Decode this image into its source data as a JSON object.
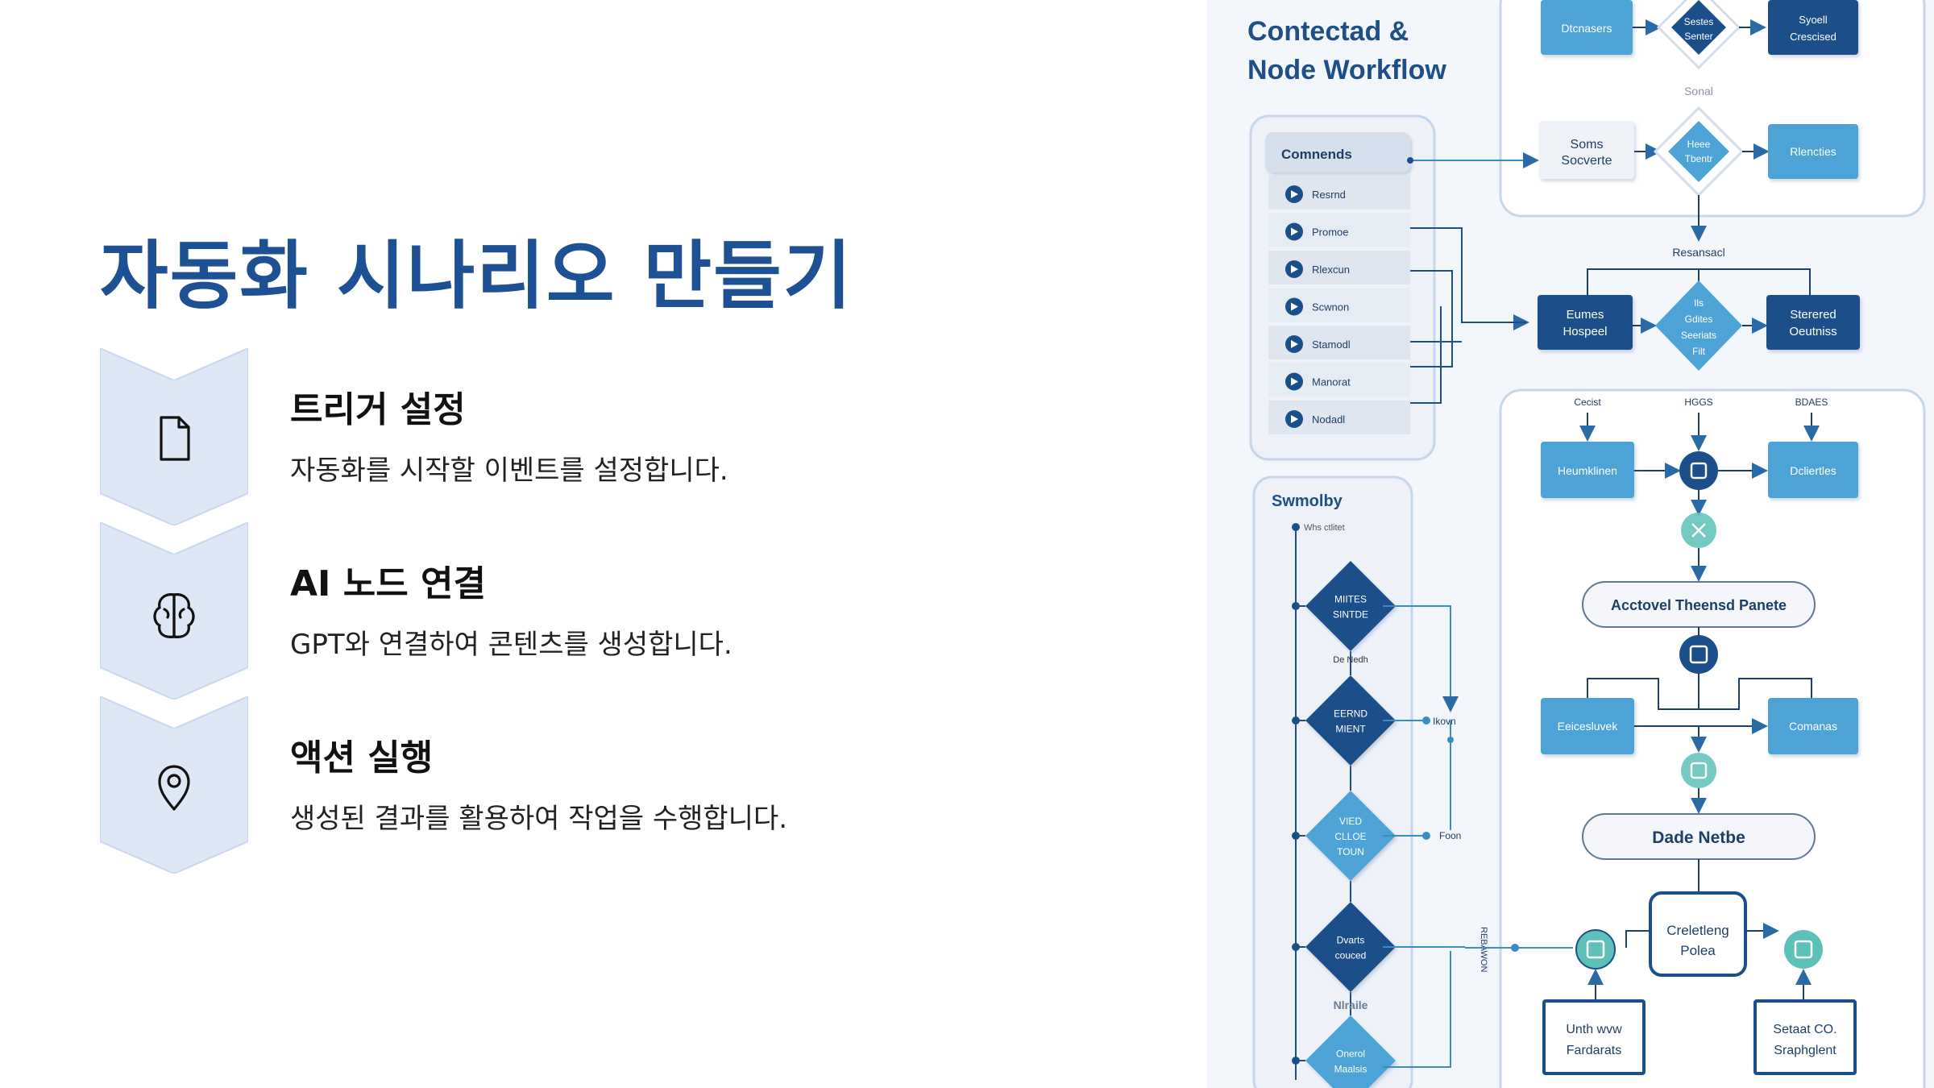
{
  "slide": {
    "title": "자동화 시나리오 만들기",
    "steps": [
      {
        "title": "트리거 설정",
        "desc": "자동화를 시작할 이벤트를 설정합니다.",
        "icon": "file-icon"
      },
      {
        "title": "AI 노드 연결",
        "desc": "GPT와 연결하여 콘텐츠를 생성합니다.",
        "icon": "brain-icon"
      },
      {
        "title": "액션 실행",
        "desc": "생성된 결과를 활용하여 작업을 수행합니다.",
        "icon": "location-pin-icon"
      }
    ],
    "colors": {
      "title": "#1e5193",
      "chevron_fill": "#dde7f5",
      "chevron_stroke": "#c9d8ee",
      "dark_node": "#1b4f8a",
      "mid_node": "#2f8ac2",
      "light_node": "#5aaad8",
      "teal": "#5cc1b8"
    }
  },
  "diagram": {
    "title_line1": "Contectad &",
    "title_line2": "Node Workflow",
    "commands": {
      "header": "Comnends",
      "items": [
        "Resrnd",
        "Promoe",
        "Rlexcun",
        "Scwnon",
        "Stamodl",
        "Manorat",
        "Nodadl"
      ]
    },
    "sidebar": {
      "header": "Swmolby",
      "sub": "Whs ctlitet",
      "diamonds": [
        "MIITES\nSINTDE",
        "EERND\nMIENT",
        "VIED\nCLLOE\nTOUN",
        "Dvarts\ncouced",
        "Onerol\nMaalsis"
      ],
      "between": [
        "De Nedh",
        "Nlraile"
      ],
      "side_labels": [
        "Ikovn",
        "Foon"
      ],
      "vertical_text": "REBAWON"
    },
    "top": {
      "nodes": [
        "Dtcnasers",
        "Syoell\nCrescised",
        "Soms\nSocverte",
        "Rlencties"
      ],
      "diamonds": [
        "Sestes\nSenter",
        "Heee\nTbentr"
      ],
      "labels": [
        "Sonal",
        "Resansacl"
      ]
    },
    "middle": {
      "nodes": [
        "Eumes\nHospeel",
        "Sterered\nOeutniss"
      ],
      "diamond": "Ils\nGdites\nSeeriats\nFilt",
      "labels": [
        "Cecist",
        "HGGS",
        "BDAES"
      ],
      "row2": [
        "Heumklinen",
        "Dcliertles"
      ],
      "pill1": "Acctovel Theensd Panete",
      "row3": [
        "Eeicesluvek",
        "Comanas"
      ],
      "pill2": "Dade Netbe",
      "center_box": "Creletleng\nPolea",
      "bottom_boxes": [
        "Unth wvw\nFardarats",
        "Setaat CO.\nSraphglent"
      ]
    }
  }
}
